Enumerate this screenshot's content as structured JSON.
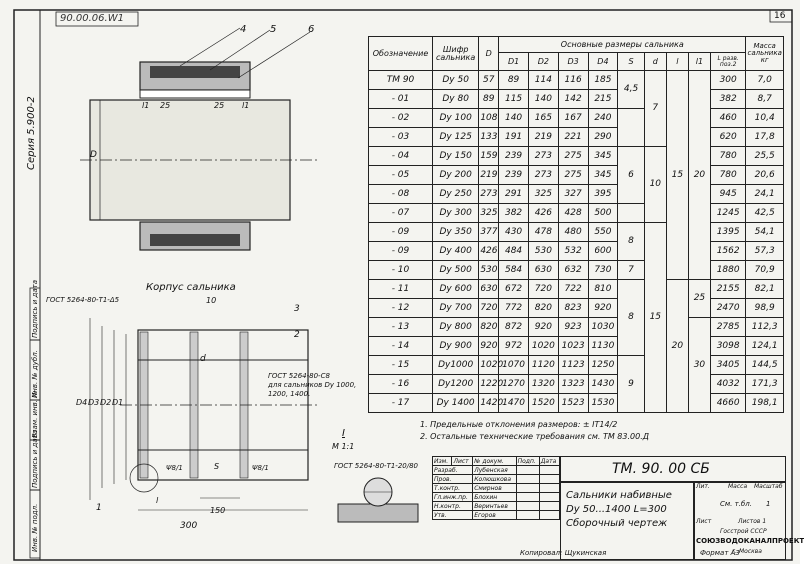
{
  "sheet": {
    "page_number": "16",
    "stamp_top_left": "90.00.06.W1",
    "series_vertical": "Серия 5.900-2",
    "left_margin_texts": [
      "Инв. № подл.",
      "Подпись и дата",
      "Взам. инв. №",
      "Инв. № дубл.",
      "Подпись и дата"
    ]
  },
  "drawing": {
    "callouts": [
      "4",
      "5",
      "6"
    ],
    "top_dims": [
      "25",
      "25",
      "l1",
      "l1",
      "D"
    ],
    "body_label": "Корпус сальника",
    "gost_weld_1": "ГОСТ 5264-80-Т1-Δ5",
    "gost_weld_2_lines": [
      "ГОСТ 5264-80-С8",
      "для сальников Dу 1000,",
      "1200, 1400."
    ],
    "gost_weld_3": "ГОСТ 5264-80-Т1-20/80",
    "body_callouts": [
      "3",
      "2",
      "1"
    ],
    "body_dims": [
      "10",
      "d",
      "D4",
      "D3",
      "D2",
      "D1",
      "S",
      "l",
      "150",
      "300",
      "Ψ8/1",
      "Ψ8/1"
    ],
    "section_label": "I",
    "section_scale": "М 1:1",
    "callout_one": "1"
  },
  "table": {
    "col_labels": {
      "designation": "Обозначение",
      "cipher": "Шифр сальника",
      "d_big": "D",
      "main_dims": "Основные размеры сальника",
      "d1": "D1",
      "d2": "D2",
      "d3": "D3",
      "d4": "D4",
      "s": "S",
      "d": "d",
      "l": "l",
      "l1": "l1",
      "lrazv": "L разв. поз.2",
      "mass": "Масса сальника кг"
    },
    "rows": [
      {
        "des": "ТМ 90",
        "cip": "Dу 50",
        "D": "57",
        "D1": "89",
        "D2": "114",
        "D3": "116",
        "D4": "185",
        "lr": "300",
        "m": "7,0"
      },
      {
        "des": "- 01",
        "cip": "Dу 80",
        "D": "89",
        "D1": "115",
        "D2": "140",
        "D3": "142",
        "D4": "215",
        "lr": "382",
        "m": "8,7"
      },
      {
        "des": "- 02",
        "cip": "Dу 100",
        "D": "108",
        "D1": "140",
        "D2": "165",
        "D3": "167",
        "D4": "240",
        "lr": "460",
        "m": "10,4"
      },
      {
        "des": "- 03",
        "cip": "Dу 125",
        "D": "133",
        "D1": "191",
        "D2": "219",
        "D3": "221",
        "D4": "290",
        "lr": "620",
        "m": "17,8"
      },
      {
        "des": "- 04",
        "cip": "Dу 150",
        "D": "159",
        "D1": "239",
        "D2": "273",
        "D3": "275",
        "D4": "345",
        "lr": "780",
        "m": "25,5"
      },
      {
        "des": "- 05",
        "cip": "Dу 200",
        "D": "219",
        "D1": "239",
        "D2": "273",
        "D3": "275",
        "D4": "345",
        "lr": "780",
        "m": "20,6"
      },
      {
        "des": "- 08",
        "cip": "Dу 250",
        "D": "273",
        "D1": "291",
        "D2": "325",
        "D3": "327",
        "D4": "395",
        "lr": "945",
        "m": "24,1"
      },
      {
        "des": "- 07",
        "cip": "Dу 300",
        "D": "325",
        "D1": "382",
        "D2": "426",
        "D3": "428",
        "D4": "500",
        "lr": "1245",
        "m": "42,5"
      },
      {
        "des": "- 09",
        "cip": "Dу 350",
        "D": "377",
        "D1": "430",
        "D2": "478",
        "D3": "480",
        "D4": "550",
        "lr": "1395",
        "m": "54,1"
      },
      {
        "des": "- 09",
        "cip": "Dу 400",
        "D": "426",
        "D1": "484",
        "D2": "530",
        "D3": "532",
        "D4": "600",
        "lr": "1562",
        "m": "57,3"
      },
      {
        "des": "- 10",
        "cip": "Dу 500",
        "D": "530",
        "D1": "584",
        "D2": "630",
        "D3": "632",
        "D4": "730",
        "lr": "1880",
        "m": "70,9"
      },
      {
        "des": "- 11",
        "cip": "Dу 600",
        "D": "630",
        "D1": "672",
        "D2": "720",
        "D3": "722",
        "D4": "810",
        "lr": "2155",
        "m": "82,1"
      },
      {
        "des": "- 12",
        "cip": "Dу 700",
        "D": "720",
        "D1": "772",
        "D2": "820",
        "D3": "823",
        "D4": "920",
        "lr": "2470",
        "m": "98,9"
      },
      {
        "des": "- 13",
        "cip": "Dу 800",
        "D": "820",
        "D1": "872",
        "D2": "920",
        "D3": "923",
        "D4": "1030",
        "lr": "2785",
        "m": "112,3"
      },
      {
        "des": "- 14",
        "cip": "Dу 900",
        "D": "920",
        "D1": "972",
        "D2": "1020",
        "D3": "1023",
        "D4": "1130",
        "lr": "3098",
        "m": "124,1"
      },
      {
        "des": "- 15",
        "cip": "Dу1000",
        "D": "1020",
        "D1": "1070",
        "D2": "1120",
        "D3": "1123",
        "D4": "1250",
        "lr": "3405",
        "m": "144,5"
      },
      {
        "des": "- 16",
        "cip": "Dу1200",
        "D": "1220",
        "D1": "1270",
        "D2": "1320",
        "D3": "1323",
        "D4": "1430",
        "lr": "4032",
        "m": "171,3"
      },
      {
        "des": "- 17",
        "cip": "Dу 1400",
        "D": "1420",
        "D1": "1470",
        "D2": "1520",
        "D3": "1523",
        "D4": "1530",
        "lr": "4660",
        "m": "198,1"
      }
    ],
    "merged": {
      "s_a": "4,5",
      "s_b": "6",
      "s_c": "8",
      "s_d": "7",
      "s_e": "8",
      "s_f": "9",
      "d_a": "7",
      "d_b": "10",
      "d_c": "15",
      "l_a": "15",
      "l_b": "20",
      "l1_a": "20",
      "l1_b": "25",
      "l1_c": "30"
    }
  },
  "notes": {
    "n1": "1. Предельные отклонения размеров: ± IT14/2",
    "n2": "2. Остальные технические требования см. ТМ 83.00.Д"
  },
  "title_block": {
    "code": "ТМ. 90. 00 СБ",
    "name_1": "Сальники набивные",
    "name_2": "Dу 50...1400 L=300",
    "name_3": "Сборочный чертеж",
    "lit_label": "Лит.",
    "mass_label": "Масса",
    "scale_label": "Масштаб",
    "scale_value": "1",
    "note_see": "См. т.бл.",
    "sheet_label": "Лист",
    "sheets_label": "Листов 1",
    "org_1": "Госстрой СССР",
    "org_2": "СОЮЗВОДОКАНАЛПРОЕКТ",
    "org_3": "г. Москва",
    "header_cells": [
      "Изм.",
      "Лист",
      "№ докум.",
      "Подп.",
      "Дата"
    ],
    "roles": [
      {
        "role": "Разраб.",
        "name": "Лубенская"
      },
      {
        "role": "Пров.",
        "name": "Колюшкова"
      },
      {
        "role": "Т.контр.",
        "name": "Смирнов"
      },
      {
        "role": "Гл.инж.пр.",
        "name": "Блохин"
      },
      {
        "role": "Н.контр.",
        "name": "Веринтьев"
      },
      {
        "role": "Утв.",
        "name": "Егоров"
      }
    ],
    "copied": "Копировал: Щукинская",
    "format": "Формат А3"
  }
}
